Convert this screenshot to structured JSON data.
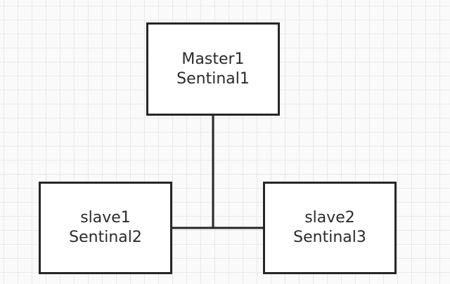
{
  "diagram": {
    "nodes": [
      {
        "id": "master",
        "line1": "Master1",
        "line2": "Sentinal1"
      },
      {
        "id": "slave1",
        "line1": "slave1",
        "line2": "Sentinal2"
      },
      {
        "id": "slave2",
        "line1": "slave2",
        "line2": "Sentinal3"
      }
    ],
    "edges": [
      {
        "from": "master",
        "to": "slave1"
      },
      {
        "from": "master",
        "to": "slave2"
      }
    ],
    "colors": {
      "border": "#262626",
      "text": "#2b2b2b",
      "grid": "#e9e7ea",
      "background": "#fbfafb"
    }
  }
}
